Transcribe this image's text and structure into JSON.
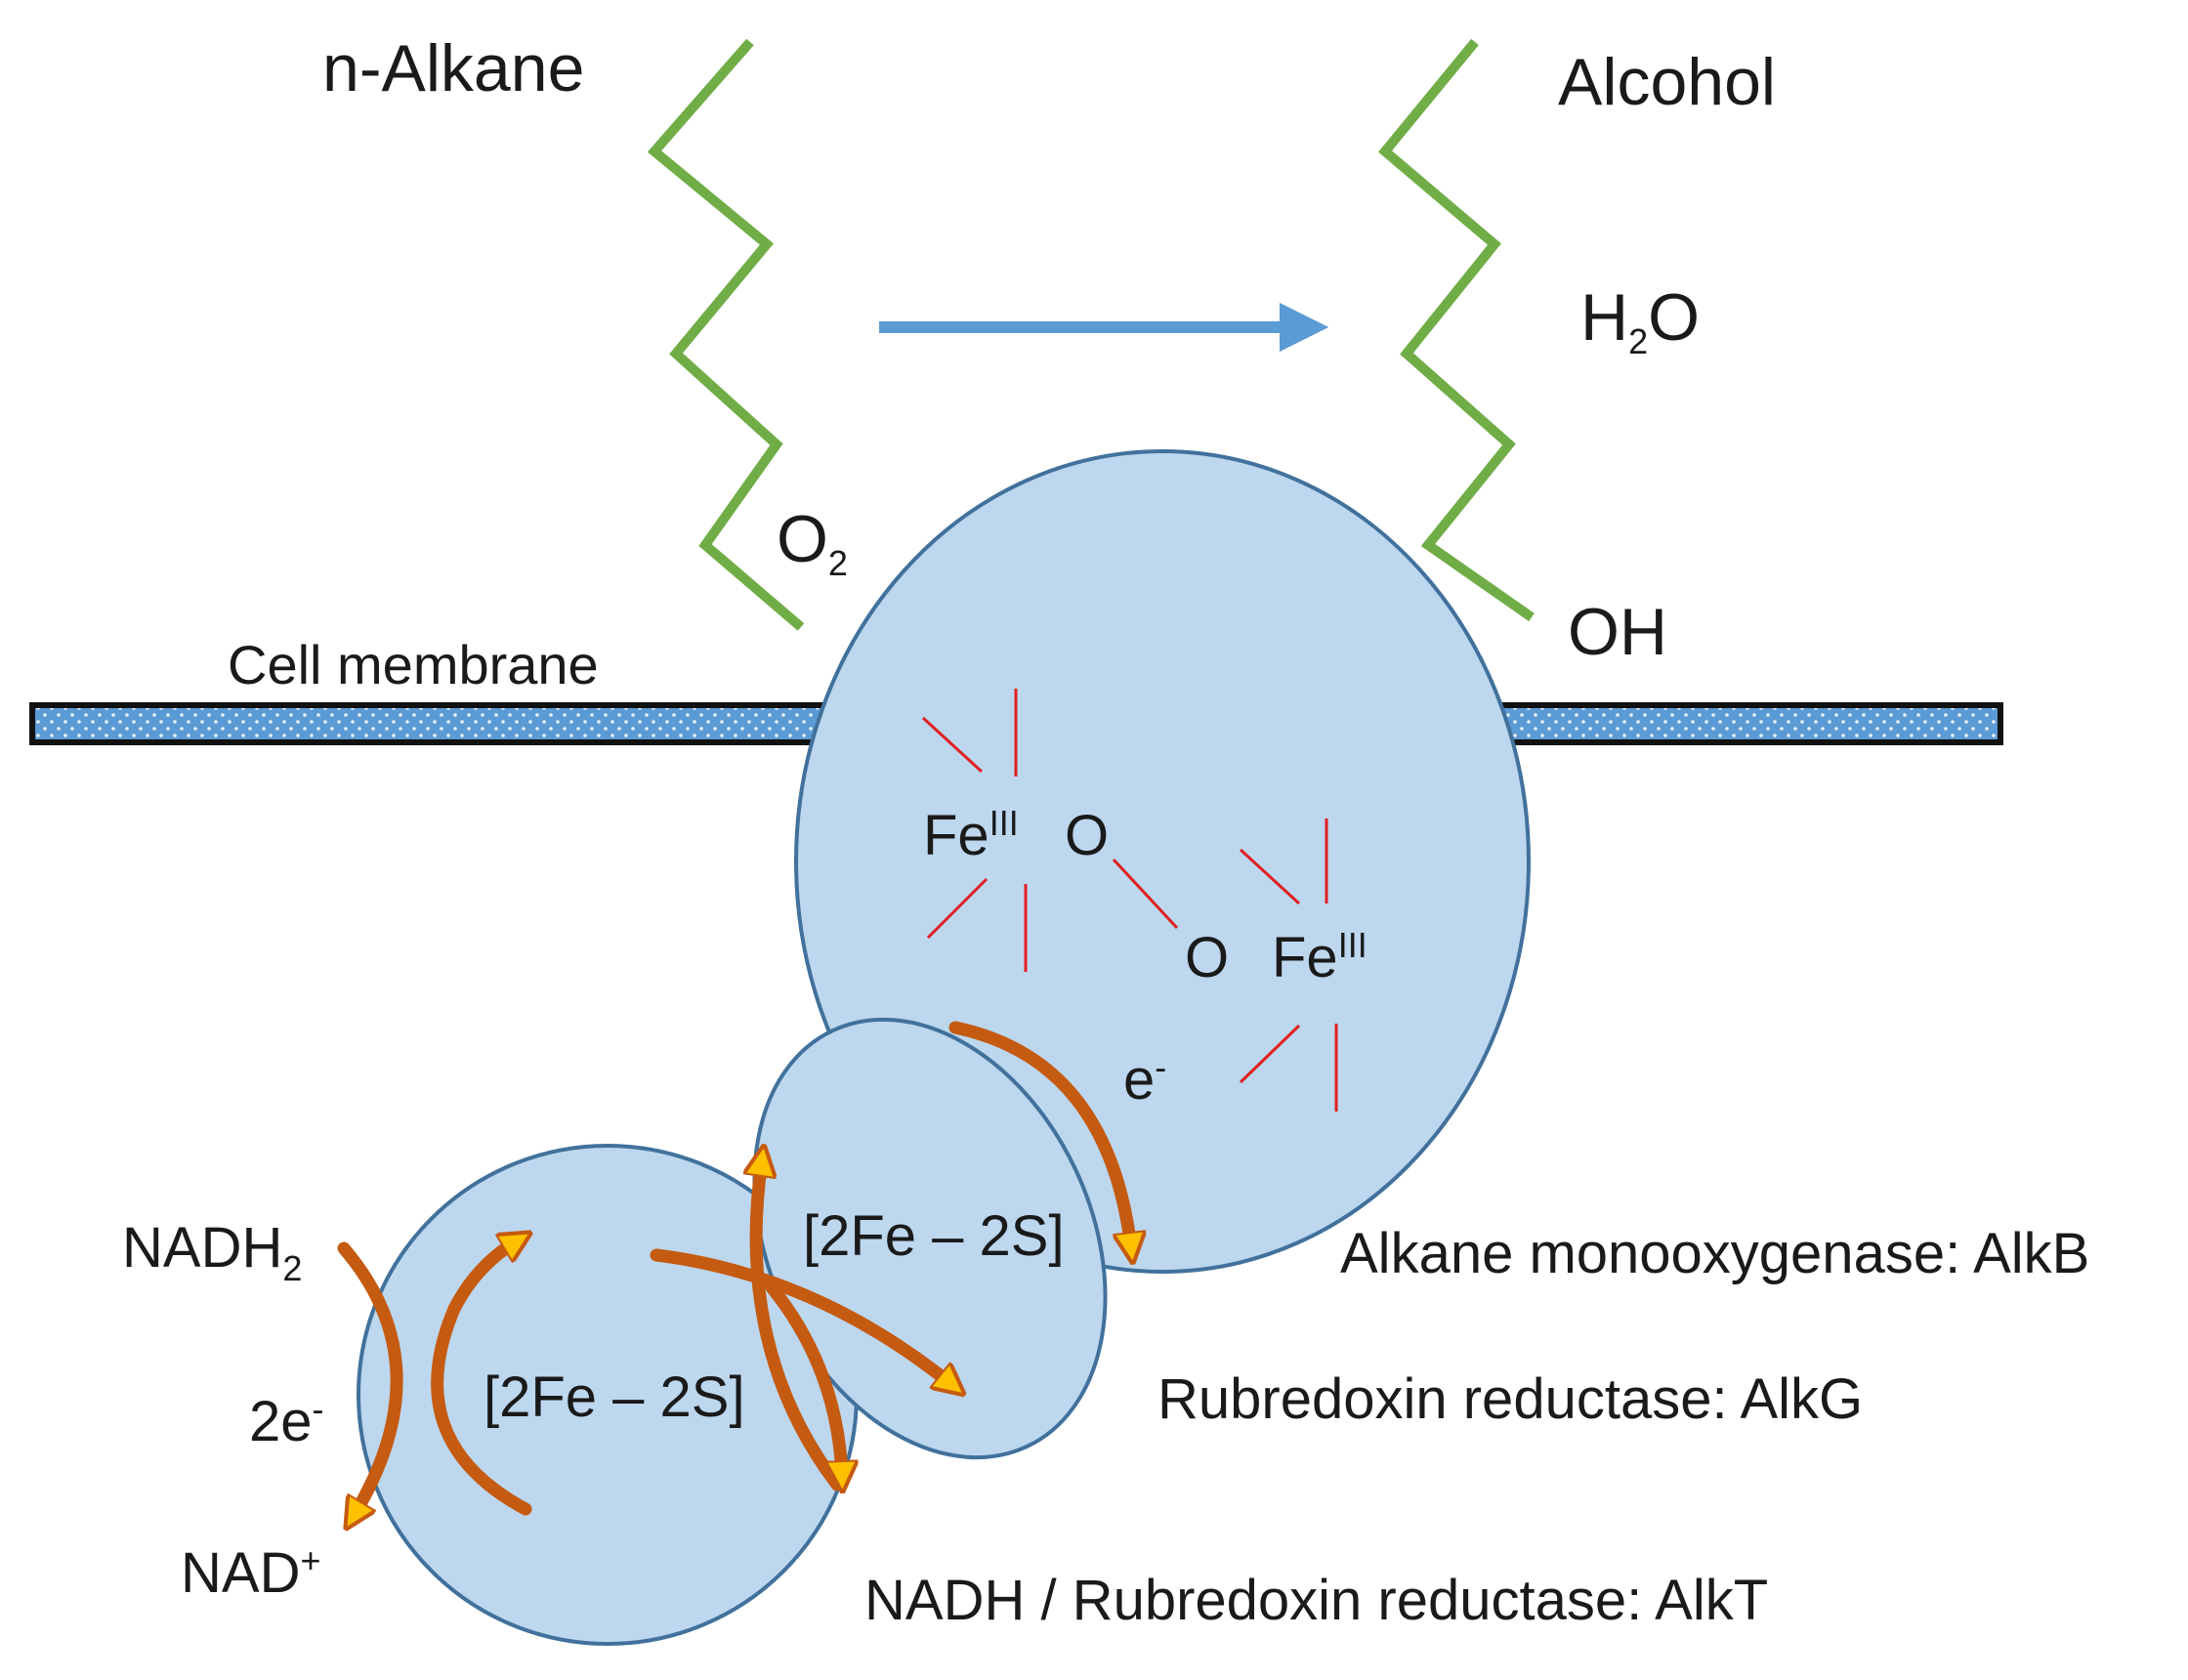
{
  "labels": {
    "alkane": "n-Alkane",
    "alcohol": "Alcohol",
    "water": "H",
    "water_sub": "2",
    "water_tail": "O",
    "oxygen": "O",
    "oxygen_sub": "2",
    "hydroxyl": "OH",
    "membrane": "Cell membrane",
    "fe1": "Fe",
    "fe1_sup": "III",
    "o1": "O",
    "o2": "O",
    "fe2": "Fe",
    "fe2_sup": "III",
    "electron": "e",
    "electron_sup": "-",
    "cluster_small": "[2Fe – 2S]",
    "cluster_large": "[2Fe – 2S]",
    "nadh2": "NADH",
    "nadh2_sub": "2",
    "two_e": "2e",
    "two_e_sup": "-",
    "nad_plus": "NAD",
    "nad_plus_sup": "+",
    "alkb": "Alkane  monooxygenase:  AlkB",
    "alkg": "Rubredoxin reductase: AlkG",
    "alkt": "NADH  / Rubredoxin reductase: AlkT"
  },
  "colors": {
    "enzyme_fill": "#bdd7ee",
    "enzyme_stroke": "#41719c",
    "chain": "#70ad47",
    "reaction_arrow": "#5b9bd5",
    "electron_arrow": "#c55a11",
    "electron_arrow_head": "#ffc000",
    "bond": "#e02020",
    "membrane_fill": "#5b9bd5"
  },
  "icons": {
    "reaction": "right-arrow-icon",
    "electron_flow": "curved-arrow-icon"
  }
}
